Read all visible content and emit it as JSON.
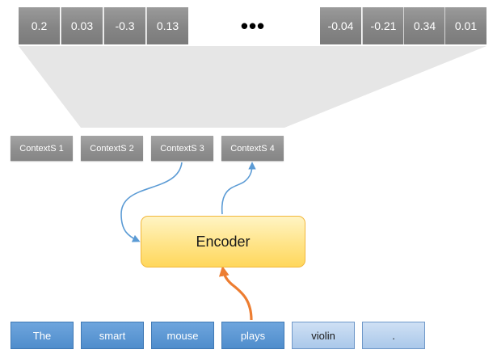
{
  "vector": {
    "left_values": [
      "0.2",
      "0.03",
      "-0.3",
      "0.13"
    ],
    "ellipsis": "•••",
    "right_values": [
      "-0.04",
      "-0.21",
      "0.34",
      "0.01"
    ]
  },
  "contexts": [
    "ContextS 1",
    "ContextS 2",
    "ContextS 3",
    "ContextS 4"
  ],
  "encoder": {
    "label": "Encoder"
  },
  "tokens": [
    "The",
    "smart",
    "mouse",
    "plays",
    "violin",
    "."
  ],
  "colors": {
    "cell_gray": "#858585",
    "funnel_gray": "#e6e6e6",
    "encoder_fill": "#ffe488",
    "encoder_border": "#f2b73b",
    "token_dark": "#4f8dcc",
    "token_light": "#aac8ea",
    "arrow_blue": "#5b9bd5",
    "arrow_orange": "#ed7d31"
  }
}
